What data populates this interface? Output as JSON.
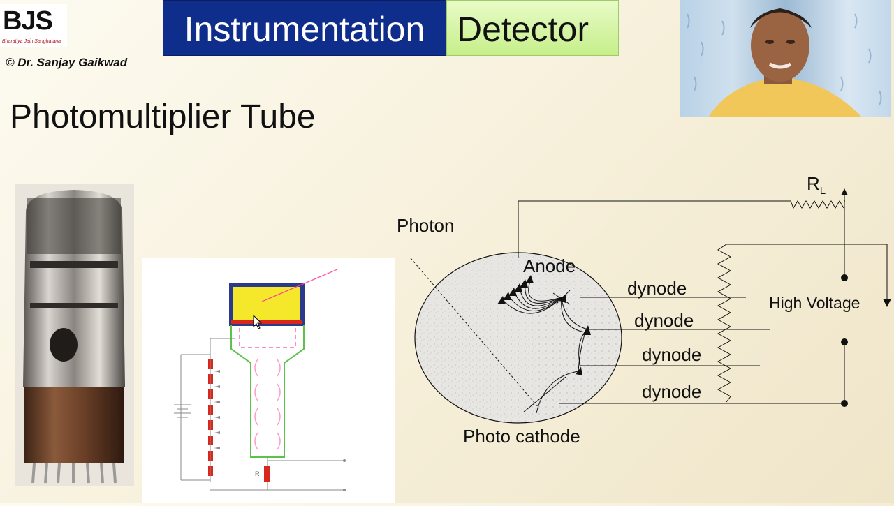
{
  "logo": {
    "mark": "BJS",
    "subtitle": "Bharatiya Jain Sanghatana"
  },
  "copyright": "© Dr. Sanjay Gaikwad",
  "header": {
    "left": "Instrumentation",
    "right": "Detector"
  },
  "slide_title": "Photomultiplier Tube",
  "diagram": {
    "resistor_label": "R",
    "resistor_subscript": "L",
    "photon": "Photon",
    "anode": "Anode",
    "dynodes": [
      "dynode",
      "dynode",
      "dynode",
      "dynode"
    ],
    "high_voltage": "High Voltage",
    "photo_cathode": "Photo cathode"
  },
  "schematic": {
    "resistor_label": "R"
  },
  "colors": {
    "header_left_bg": "#0f2d8a",
    "header_right_bg": "#c6ef8a",
    "cathode_fill": "#f5e72a",
    "resistor_red": "#d8281d",
    "tube_outline": "#5cc24b"
  }
}
